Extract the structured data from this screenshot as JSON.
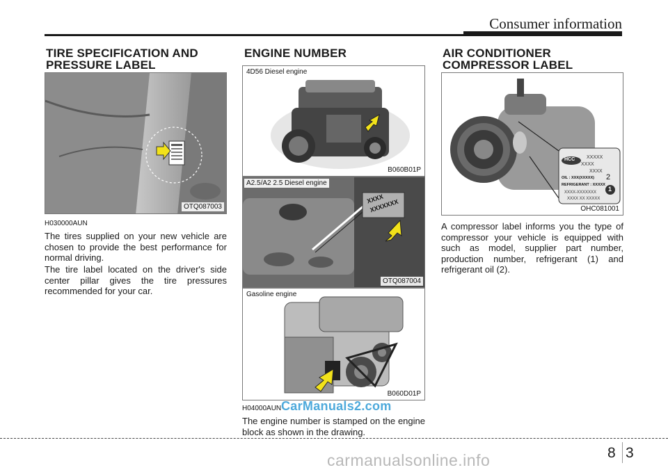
{
  "header": {
    "title": "Consumer information"
  },
  "sections": {
    "tire": {
      "title": "TIRE SPECIFICATION AND\nPRESSURE LABEL",
      "figure_code": "OTQ087003",
      "ref_code": "H030000AUN",
      "paragraphs": [
        "The tires supplied on your new vehicle are chosen to provide the best performance for normal driving.",
        "The tire label located on the driver's side center pillar gives the tire pressures recommended for your car."
      ]
    },
    "engine": {
      "title": "ENGINE NUMBER",
      "figures": [
        {
          "label": "4D56 Diesel engine",
          "code": "B060B01P"
        },
        {
          "label": "A2.5/A2 2.5 Diesel engine",
          "code": "OTQ087004"
        },
        {
          "label": "Gasoline engine",
          "code": "B060D01P"
        }
      ],
      "stamp_text": [
        "XXXX",
        "XXXXXXX"
      ],
      "ref_code": "H04000AUN",
      "paragraph": "The engine number is stamped on the engine block as shown in the drawing."
    },
    "ac": {
      "title": "AIR CONDITIONER\nCOMPRESSOR LABEL",
      "figure_code": "OHC081001",
      "label_lines": [
        "XXXXX",
        "XXXX",
        "XXXX",
        "OIL : XXX(XXXXX)",
        "REFRIGERANT : XXXXX",
        "XXXX-XXXXXXX",
        "XXXX XX XXXXX"
      ],
      "label_logo": "HCC",
      "callouts": [
        "2",
        "1"
      ],
      "paragraph": "A compressor label informs you the type of compressor your vehicle is equipped with such as model, supplier part number, production number, refrigerant (1) and refrigerant oil (2)."
    }
  },
  "footer": {
    "page_chapter": "8",
    "page_number": "3",
    "watermark": "CarManuals2.com",
    "watermark2": "carmanualsonline.info"
  },
  "colors": {
    "arrow": "#f2e21a",
    "text": "#1a1a1a",
    "watermark": "#3aa0d8"
  }
}
